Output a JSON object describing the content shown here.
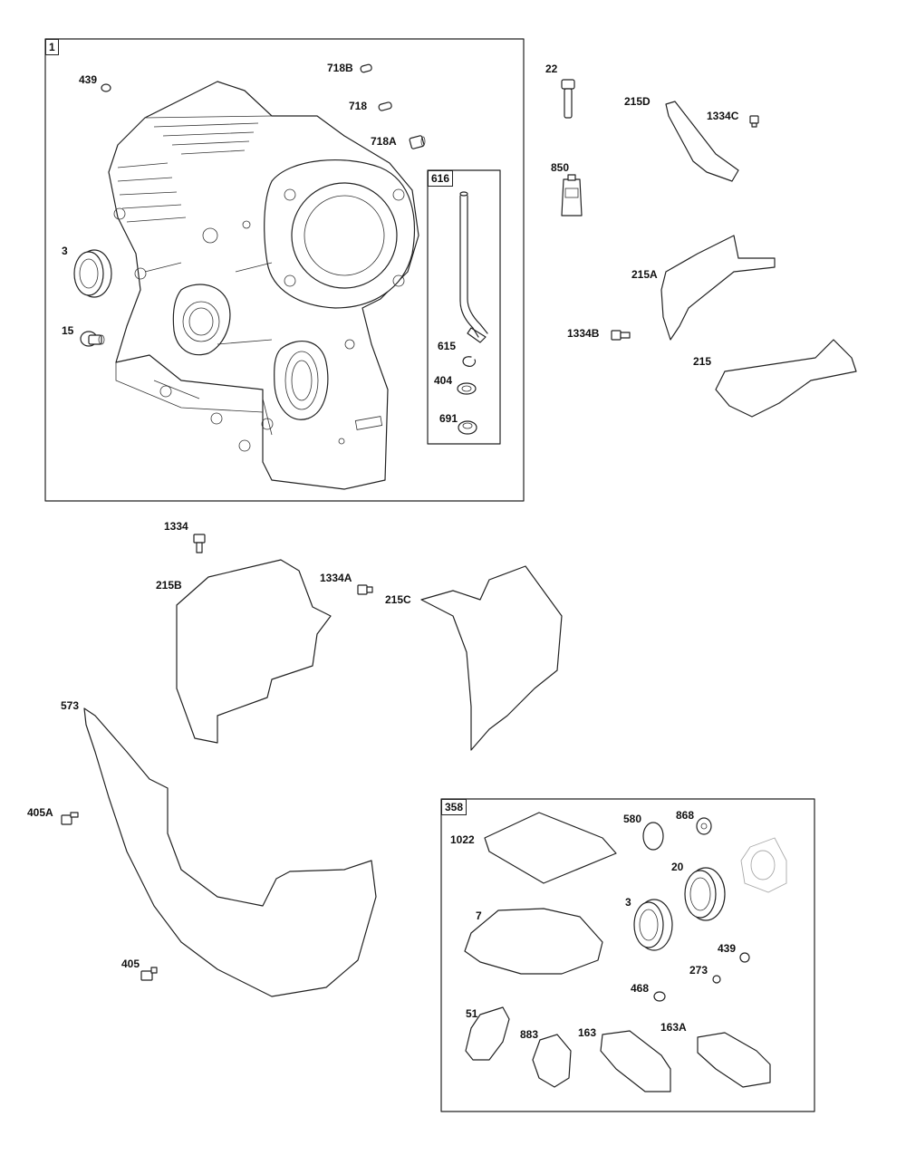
{
  "groups": {
    "g1": "1",
    "g616": "616",
    "g358": "358"
  },
  "parts": {
    "p439": "439",
    "p718B": "718B",
    "p718": "718",
    "p718A": "718A",
    "p3": "3",
    "p15": "15",
    "p615": "615",
    "p404": "404",
    "p691": "691",
    "p22": "22",
    "p215D": "215D",
    "p1334C": "1334C",
    "p850": "850",
    "p215A": "215A",
    "p1334B": "1334B",
    "p215": "215",
    "p1334": "1334",
    "p215B": "215B",
    "p1334A": "1334A",
    "p215C": "215C",
    "p573": "573",
    "p405A": "405A",
    "p405": "405",
    "p1022": "1022",
    "p580": "580",
    "p868": "868",
    "p20": "20",
    "p7": "7",
    "p3b": "3",
    "p439b": "439",
    "p273": "273",
    "p468": "468",
    "p51": "51",
    "p883": "883",
    "p163": "163",
    "p163A": "163A"
  }
}
